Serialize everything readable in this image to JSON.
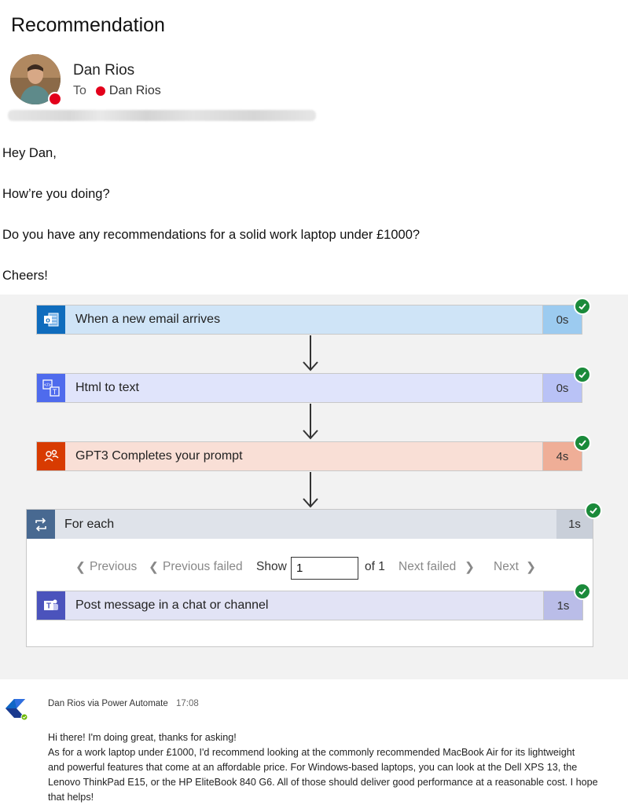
{
  "email": {
    "title": "Recommendation",
    "sender_name": "Dan Rios",
    "to_label": "To",
    "recipient": "Dan Rios",
    "body": [
      "Hey Dan,",
      "How’re you doing?",
      "Do you have any recommendations for a solid work laptop under £1000?",
      "Cheers!"
    ]
  },
  "flow": {
    "steps": [
      {
        "label": "When a new email arrives",
        "duration": "0s"
      },
      {
        "label": "Html to text",
        "duration": "0s"
      },
      {
        "label": "GPT3 Completes your prompt",
        "duration": "4s"
      }
    ],
    "foreach": {
      "label": "For each",
      "duration": "1s",
      "pager": {
        "previous": "Previous",
        "previous_failed": "Previous failed",
        "show": "Show",
        "show_value": "1",
        "of": "of 1",
        "next_failed": "Next failed",
        "next": "Next"
      },
      "inner_step": {
        "label": "Post message in a chat or channel",
        "duration": "1s"
      }
    },
    "colors": {
      "outlook": "#0f6cbd",
      "html_to_text": "#4f6bed",
      "openai": "#d83b01",
      "foreach": "#486991",
      "teams": "#4b53bc",
      "success": "#1a8a3a"
    }
  },
  "teams_message": {
    "sender": "Dan Rios via Power Automate",
    "time": "17:08",
    "lines": [
      "Hi there! I'm doing great, thanks for asking!",
      "As for a work laptop under £1000, I'd recommend looking at the commonly recommended MacBook Air for its lightweight",
      "and powerful features that come at an affordable price. For Windows-based laptops, you can look at the Dell XPS 13, the",
      "Lenovo ThinkPad E15, or the HP EliteBook 840 G6. All of those should deliver good performance at a reasonable cost. I hope",
      "that helps!"
    ]
  }
}
